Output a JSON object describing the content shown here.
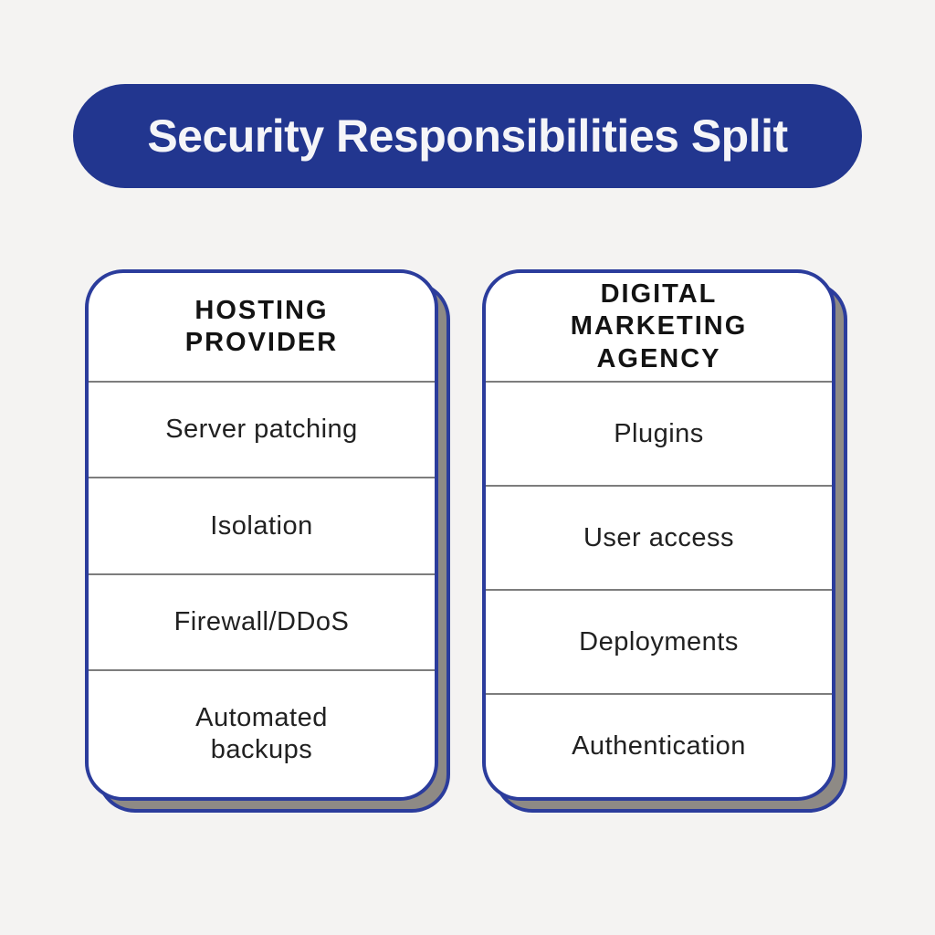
{
  "page": {
    "background_color": "#f4f3f2"
  },
  "title": {
    "text": "Security Responsibilities Split",
    "background_color": "#22368f",
    "text_color": "#f5f5f8"
  },
  "colors": {
    "card_border": "#2b3c9c",
    "card_shadow": "#8e8a85",
    "divider": "#7d7d7d",
    "header_text": "#131313",
    "row_text": "#212121"
  },
  "cards": [
    {
      "header": "HOSTING\nPROVIDER",
      "rows": [
        "Server patching",
        "Isolation",
        "Firewall/DDoS",
        "Automated\nbackups"
      ]
    },
    {
      "header": "DIGITAL\nMARKETING\nAGENCY",
      "rows": [
        "Plugins",
        "User access",
        "Deployments",
        "Authentication"
      ]
    }
  ]
}
